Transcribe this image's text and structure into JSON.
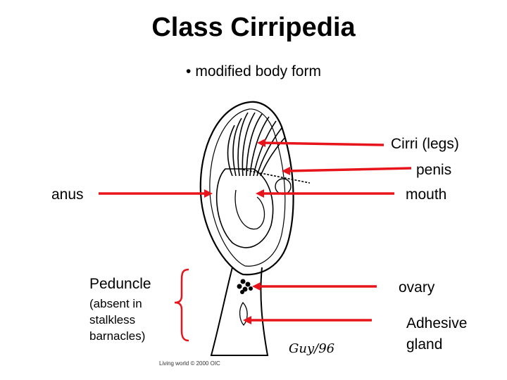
{
  "title": "Class Cirripedia",
  "bullet": "modified body form",
  "labels": {
    "cirri": "Cirri (legs)",
    "penis": "penis",
    "mouth": "mouth",
    "anus": "anus",
    "peduncle": "Peduncle",
    "peduncle_note_1": "(absent in",
    "peduncle_note_2": "stalkless",
    "peduncle_note_3": "barnacles)",
    "ovary": "ovary",
    "adhesive_1": "Adhesive",
    "adhesive_2": "gland"
  },
  "signature": "Guy/96",
  "credit": "Living world © 2000 OIC",
  "colors": {
    "arrow": "#e8141b",
    "text": "#000000"
  }
}
